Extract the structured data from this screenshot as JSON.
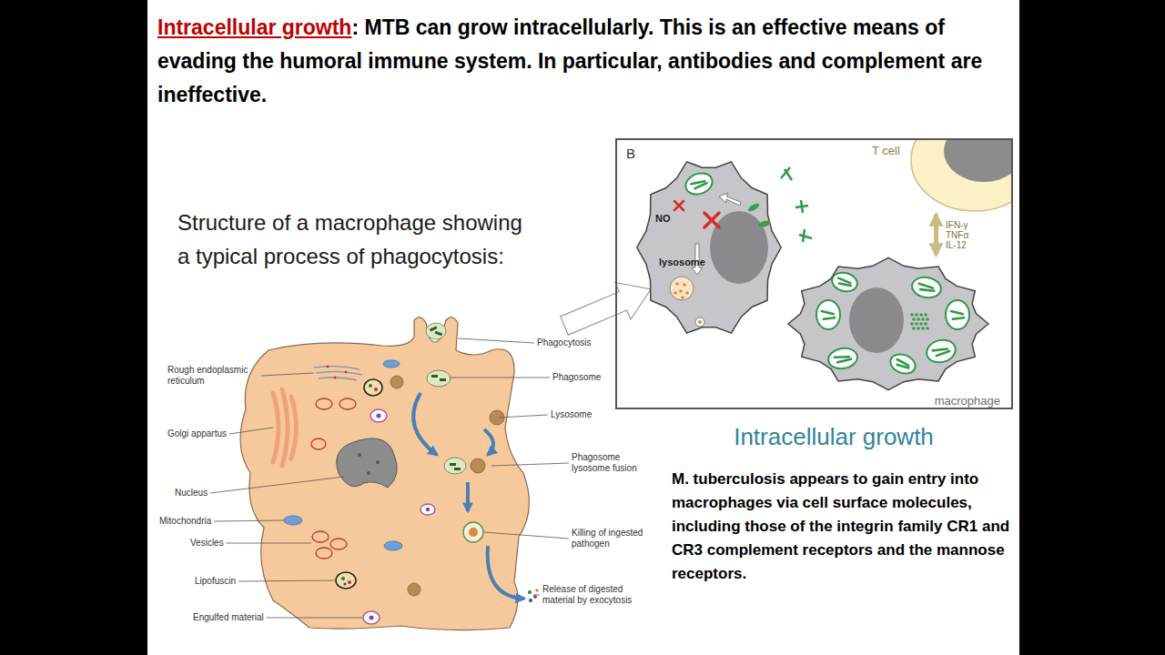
{
  "diagram": {
    "title": "Intracellular growth",
    "caption": ": MTB can grow intracellularly. This is an effective means of evading the humoral immune system. In particular, antibodies and complement are ineffective.",
    "nodes": [
      {
        "text": [
          "B"
        ]
      },
      {
        "text": [
          "T cell"
        ],
        "in": 0
      },
      {
        "text": [
          "NO",
          "lysosome"
        ],
        "in": 0
      },
      {
        "text": [
          "macrophage"
        ],
        "in": 0
      }
    ],
    "edges": [
      {
        "from": 1,
        "to": 3,
        "arrow": "both",
        "label": "IFN-γ TNFα IL-12"
      }
    ],
    "labels": [
      "Structure of a macrophage showing a typical process of phagocytosis:",
      "Phagocytosis",
      "Phagosome",
      "Lysosome",
      "Phagosome lysosome fusion",
      "Killing of ingested pathogen",
      "Release of digested material by exocytosis",
      "Rough endoplasmic reticulum",
      "Golgi appartus",
      "Nucleus",
      "Mitochondria",
      "Vesicles",
      "Lipofuscin",
      "Engulfed material",
      "Intracellular growth",
      "M. tuberculosis appears to gain entry into macrophages via cell surface molecules, including those of the integrin family CR1 and CR3 complement receptors and the mannose receptors."
    ]
  }
}
